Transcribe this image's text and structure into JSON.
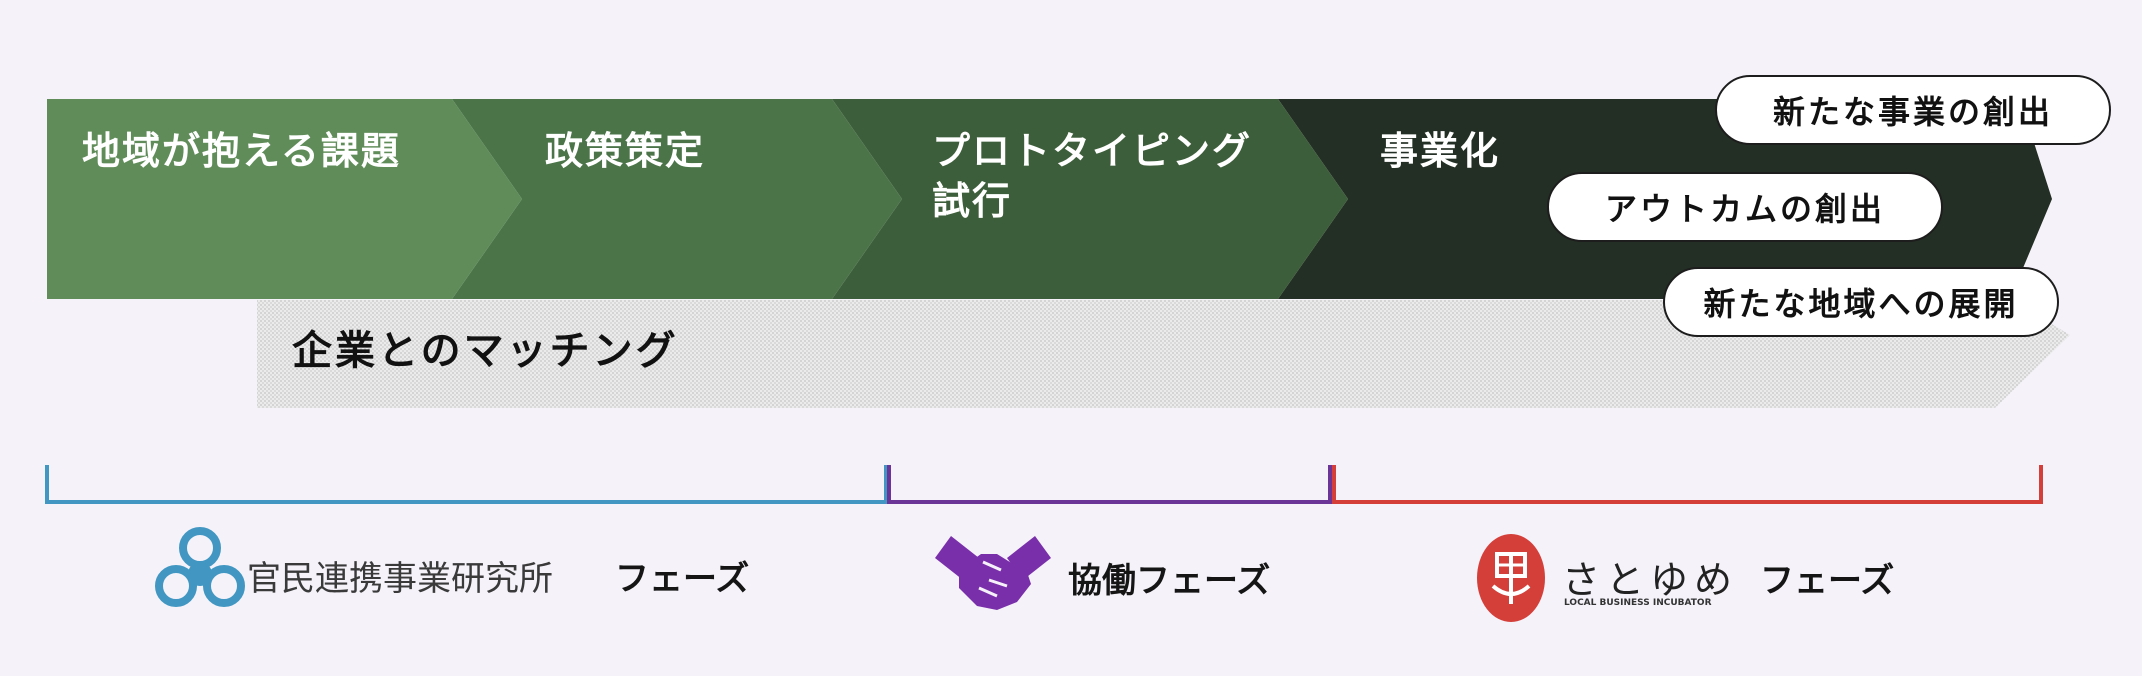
{
  "stages": [
    {
      "label": "地域が抱える課題"
    },
    {
      "label": "政策策定"
    },
    {
      "label": "プロトタイピング\n試行"
    },
    {
      "label": "事業化"
    }
  ],
  "matching": {
    "label": "企業とのマッチング"
  },
  "outcomes": [
    {
      "label": "新たな事業の創出"
    },
    {
      "label": "アウトカムの創出"
    },
    {
      "label": "新たな地域への展開"
    }
  ],
  "phases": {
    "institute": {
      "org_name": "官民連携事業研究所",
      "label": "フェーズ",
      "icon": "institute-logo-icon"
    },
    "collaboration": {
      "label": "協働フェーズ",
      "icon": "handshake-icon"
    },
    "satoyume": {
      "org_name": "さとゆめ",
      "tagline": "LOCAL BUSINESS INCUBATOR",
      "label": "フェーズ",
      "icon": "satoyume-logo-icon"
    }
  },
  "colors": {
    "stage1": "#5f8c58",
    "stage2": "#4b7549",
    "stage3": "#3d5e3a",
    "stage4": "#232f24",
    "institute": "#4197c2",
    "collaboration": "#6a3597",
    "satoyume": "#d43f3a",
    "handshake": "#7a2faa"
  }
}
